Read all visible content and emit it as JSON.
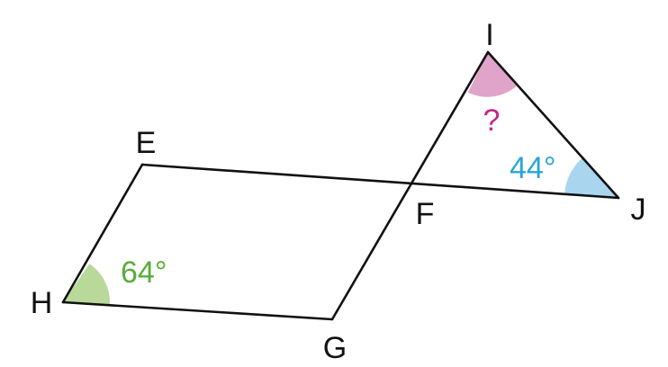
{
  "vertices": {
    "E": "E",
    "F": "F",
    "G": "G",
    "H": "H",
    "I": "I",
    "J": "J"
  },
  "angles": {
    "H": {
      "label": "64°",
      "color": "#5aac3a",
      "fill": "#b9d99b"
    },
    "J": {
      "label": "44°",
      "color": "#29a4d6",
      "fill": "#a9d6ee"
    },
    "I": {
      "label": "?",
      "color": "#c0268a",
      "fill": "#e0a3c9"
    }
  },
  "colors": {
    "line": "#111111"
  }
}
